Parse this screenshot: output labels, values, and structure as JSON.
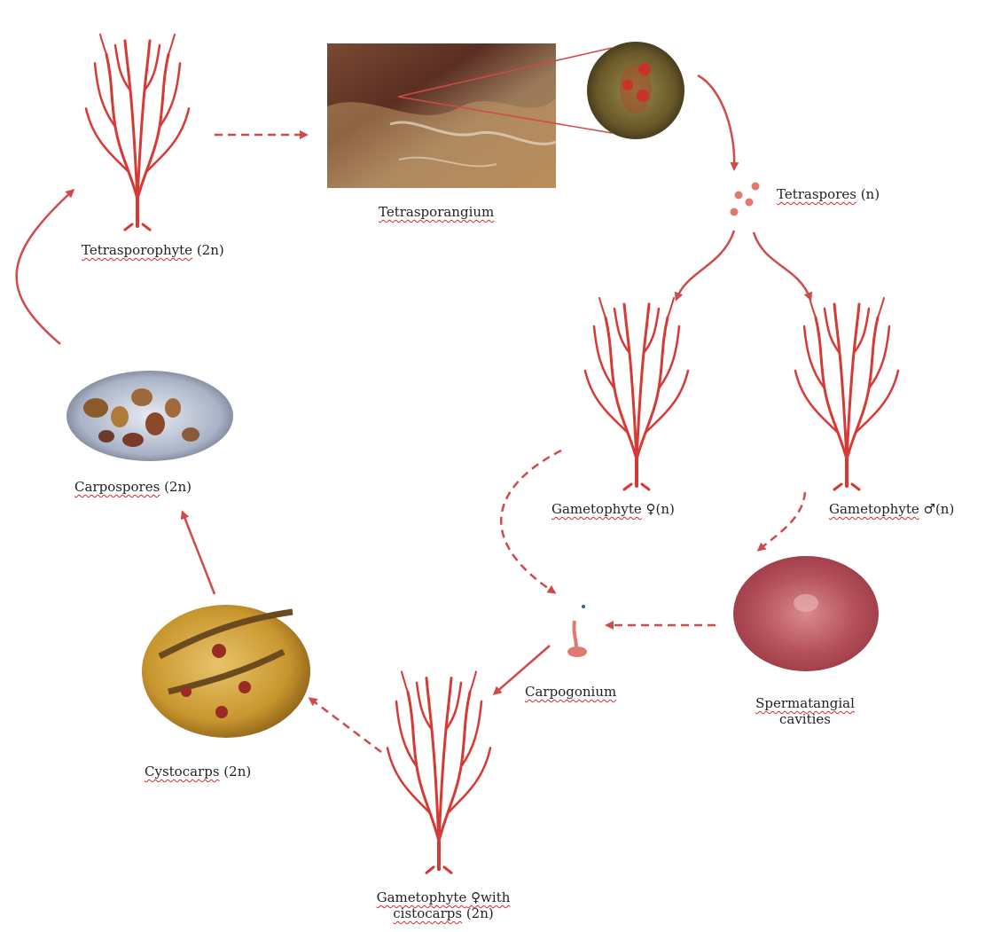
{
  "colors": {
    "arrow": "#cf4a4a",
    "plant": "#d63a34",
    "squiggle": "#d42b2b",
    "text": "#222222"
  },
  "labels": {
    "tetrasporophyte": {
      "word": "Tetrasporophyte",
      "rest": " (2n)"
    },
    "tetrasporangium": {
      "word": "Tetrasporangium",
      "rest": ""
    },
    "tetraspores": {
      "word": "Tetraspores",
      "rest": " (n)"
    },
    "gametophyte_female": {
      "word": "Gametophyte",
      "rest": " ♀(n)"
    },
    "gametophyte_male": {
      "word": "Gametophyte",
      "rest": " ♂(n)"
    },
    "spermatangial": {
      "word": "Spermatangial",
      "rest": "",
      "line2": "cavities"
    },
    "carpogonium": {
      "word": "Carpogonium",
      "rest": ""
    },
    "gametophyte_cistocarps": {
      "word": "Gametophyte",
      "rest": " ♀with",
      "line2_word": "cistocarps",
      "line2_rest": " (2n)"
    },
    "cystocarps": {
      "word": "Cystocarps",
      "rest": " (2n)"
    },
    "carpospores": {
      "word": "Carpospores",
      "rest": " (2n)"
    }
  },
  "images": [
    {
      "id": "tetrasporangium-photo",
      "description": "brownish micrograph"
    },
    {
      "id": "tetrasporangium-zoom",
      "description": "magnified circle with red spots"
    },
    {
      "id": "spermatangial-photo",
      "description": "pink-red textured disc"
    },
    {
      "id": "cystocarps-photo",
      "description": "yellow branches with red cystocarps"
    },
    {
      "id": "carpospores-photo",
      "description": "oval micrograph of spores"
    }
  ]
}
